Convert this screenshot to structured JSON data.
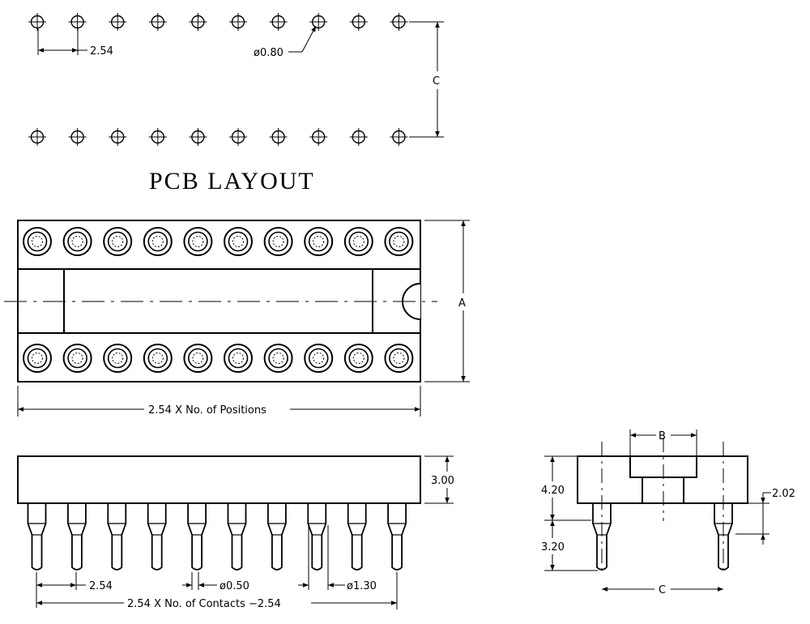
{
  "title": "PCB LAYOUT",
  "pin_count_per_row": 10,
  "dimensions": {
    "pitch": "2.54",
    "hole_dia": "ø0.80",
    "row_spacing_c": "C",
    "overall_width_a": "A",
    "length_positions": "2.54 X No. of Positions",
    "body_height": "3.00",
    "pin_tip_dia": "ø0.50",
    "pin_shoulder_dia": "ø1.30",
    "pin_pitch_side": "2.54",
    "length_contacts": "2.54 X No. of Contacts −2.54",
    "slot_b": "B",
    "height_total": "4.20",
    "pin_length": "3.20",
    "standoff": "2.02",
    "end_row_spacing_c": "C"
  }
}
